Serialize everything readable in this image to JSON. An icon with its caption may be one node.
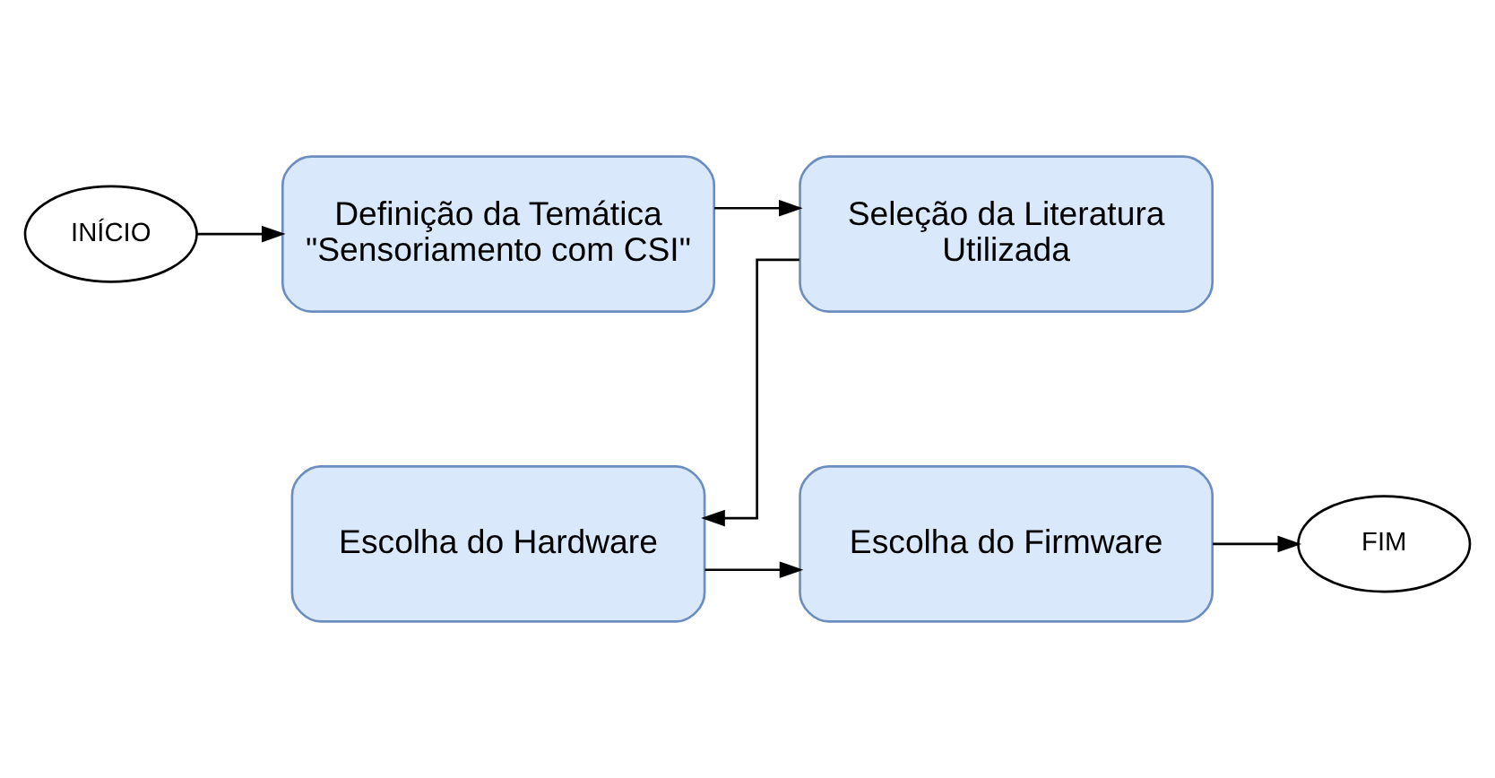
{
  "diagram": {
    "nodes": [
      {
        "text": [
          "INÍCIO"
        ]
      },
      {
        "text": [
          "Definição da Temática \"Sensoriamento com CSI\""
        ]
      },
      {
        "text": [
          "Seleção da Literatura Utilizada"
        ]
      },
      {
        "text": [
          "Escolha do Hardware"
        ]
      },
      {
        "text": [
          "Escolha do Firmware"
        ]
      },
      {
        "text": [
          "FIM"
        ]
      }
    ],
    "edges": [
      {
        "from": 0,
        "to": 1,
        "arrow": "to"
      },
      {
        "from": 1,
        "to": 2,
        "arrow": "to"
      },
      {
        "from": 2,
        "to": 3,
        "arrow": "to"
      },
      {
        "from": 3,
        "to": 4,
        "arrow": "to"
      },
      {
        "from": 4,
        "to": 5,
        "arrow": "to"
      }
    ]
  }
}
